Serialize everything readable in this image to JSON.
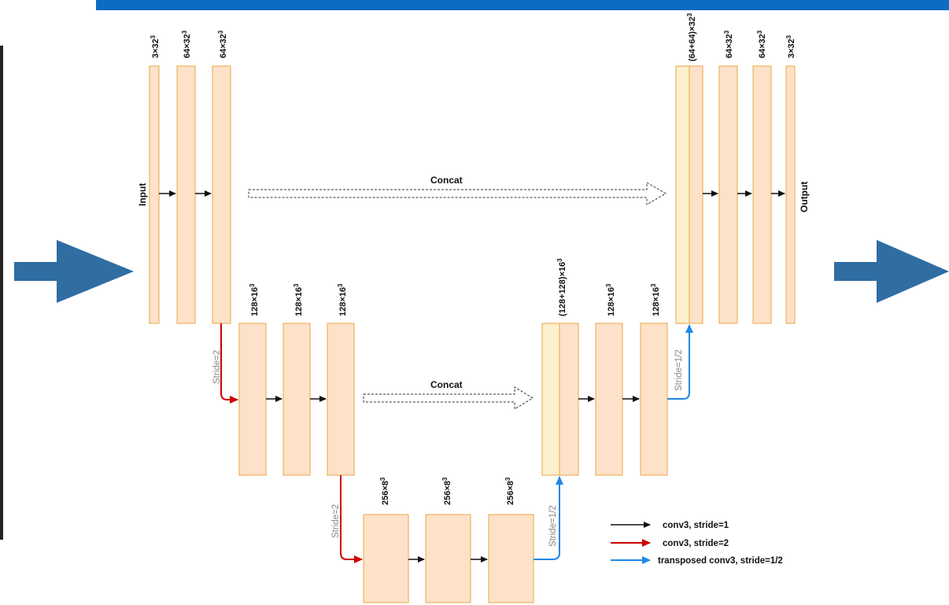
{
  "colors": {
    "top_bar": "#0a6cc2",
    "block_fill": "#fde2c9",
    "block_stroke": "#e9a544",
    "concat_fill": "#fdf0cc",
    "black_arrow": "#111111",
    "red_arrow": "#cc0000",
    "blue_arrow": "#1e88e5",
    "side_arrow": "#2f6da3"
  },
  "labels": {
    "input": "Input",
    "output": "Output",
    "concat": "Concat",
    "stride_down": "Stride=2",
    "stride_up": "Stride=1/2"
  },
  "blocks": {
    "enc1": [
      {
        "label": "3×32",
        "exp": "3"
      },
      {
        "label": "64×32",
        "exp": "3"
      },
      {
        "label": "64×32",
        "exp": "3"
      }
    ],
    "enc2": [
      {
        "label": "128×16",
        "exp": "3"
      },
      {
        "label": "128×16",
        "exp": "3"
      },
      {
        "label": "128×16",
        "exp": "3"
      }
    ],
    "bottleneck": [
      {
        "label": "256×8",
        "exp": "3"
      },
      {
        "label": "256×8",
        "exp": "3"
      },
      {
        "label": "256×8",
        "exp": "3"
      }
    ],
    "dec2": [
      {
        "label": "(128+128)×16",
        "exp": "3"
      },
      {
        "label": "128×16",
        "exp": "3"
      },
      {
        "label": "128×16",
        "exp": "3"
      }
    ],
    "dec1": [
      {
        "label": "(64+64)×32",
        "exp": "3"
      },
      {
        "label": "64×32",
        "exp": "3"
      },
      {
        "label": "64×32",
        "exp": "3"
      },
      {
        "label": "3×32",
        "exp": "3"
      }
    ]
  },
  "legend": [
    {
      "text": "conv3, stride=1",
      "color": "#111111"
    },
    {
      "text": "conv3, stride=2",
      "color": "#cc0000"
    },
    {
      "text": "transposed conv3, stride=1/2",
      "color": "#1e88e5"
    }
  ]
}
